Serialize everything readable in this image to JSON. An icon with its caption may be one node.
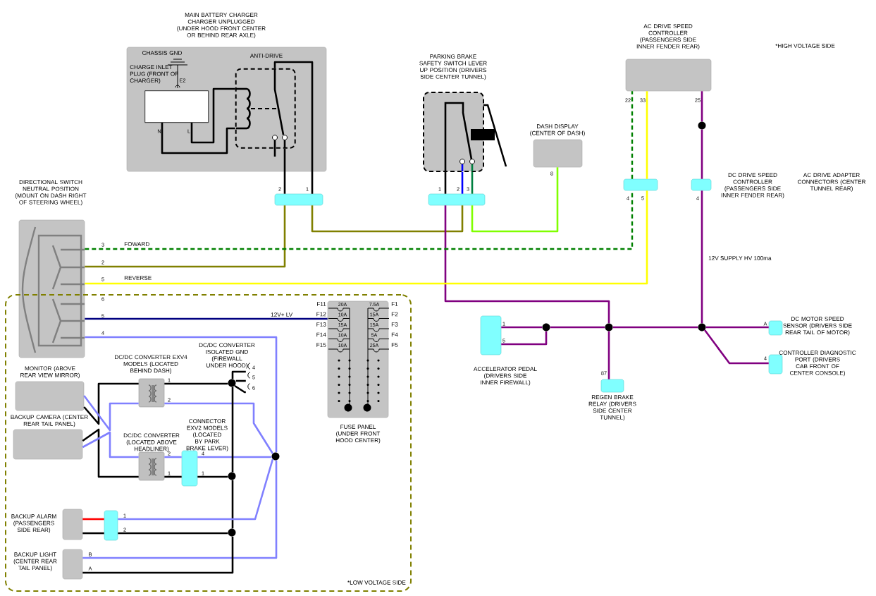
{
  "diagram": {
    "nodes": [
      {
        "text": [
          "MAIN BATTERY CHARGER CHARGER UNPLUGGED (UNDER HOOD FRONT CENTER OR BEHIND REAR AXLE)"
        ]
      },
      {
        "text": [
          "CHARGE INLET PLUG (FRONT OF CHARGER)"
        ],
        "in": 0,
        "beside": [
          "E2",
          "N",
          "L"
        ]
      },
      {
        "text": [
          "ANTI-DRIVE"
        ],
        "in": 0
      },
      {
        "text": [
          "PARKING BRAKE SAFETY SWITCH LEVER UP POSITION (DRIVERS SIDE CENTER TUNNEL)"
        ]
      },
      {
        "text": [
          "DASH DISPLAY (CENTER OF DASH)"
        ],
        "beside": [
          "8"
        ]
      },
      {
        "text": [
          "AC DRIVE SPEED CONTROLLER (PASSENGERS SIDE INNER FENDER REAR)"
        ],
        "beside": [
          "22",
          "33",
          "25"
        ]
      },
      {
        "text": [],
        "shape": "box",
        "beside": [
          "2",
          "1"
        ]
      },
      {
        "text": [],
        "shape": "box",
        "beside": [
          "1",
          "2",
          "3"
        ]
      },
      {
        "text": [],
        "shape": "box",
        "beside": [
          "4",
          "5"
        ]
      },
      {
        "text": [],
        "shape": "circle"
      },
      {
        "text": [],
        "shape": "box",
        "beside": [
          "4"
        ]
      },
      {
        "text": [
          "DIRECTIONAL SWITCH NEUTRAL POSITION (MOUNT ON DASH RIGHT OF STEERING WHEEL)"
        ],
        "beside": [
          "3",
          "2",
          "5",
          "6",
          "5",
          "4"
        ]
      },
      {
        "text": [
          "*LOW VOLTAGE SIDE"
        ]
      },
      {
        "text": [
          "20A",
          "7.5A",
          "10A",
          "15A",
          "15A",
          "15A",
          "10A",
          "5A",
          "10A",
          "25A",
          "FUSE PANEL (UNDER FRONT HOOD CENTER)"
        ],
        "in": 12,
        "beside": [
          "F11",
          "F1",
          "F12",
          "F2",
          "F13",
          "F3",
          "F14",
          "F4",
          "F15",
          "F5"
        ]
      },
      {
        "text": [
          "MONITOR (ABOVE REAR VIEW MIRROR)"
        ],
        "in": 12
      },
      {
        "text": [
          "DC/DC CONVERTER EXV4 MODELS (LOCATED BEHIND DASH)"
        ],
        "in": 12,
        "beside": [
          "1",
          "2"
        ]
      },
      {
        "text": [],
        "shape": "connector",
        "in": 12,
        "beside": [
          "4",
          "5",
          "6"
        ]
      },
      {
        "text": [],
        "shape": "circle",
        "in": 12
      },
      {
        "text": [
          "BACKUP CAMERA (CENTER REAR TAIL PANEL)"
        ],
        "in": 12
      },
      {
        "text": [
          "DC/DC CONVERTER (LOCATED ABOVE HEADLINER)"
        ],
        "in": 12,
        "beside": [
          "2",
          "1"
        ]
      },
      {
        "text": [
          "CONNECTOR EXV2 MODELS (LOCATED BY PARK BRAKE LEVER)"
        ],
        "in": 12,
        "beside": [
          "4",
          "1"
        ]
      },
      {
        "text": [],
        "shape": "circle",
        "in": 12
      },
      {
        "text": [],
        "shape": "circle",
        "in": 12
      },
      {
        "text": [
          "BACKUP ALARM (PASSENGERS SIDE REAR)"
        ],
        "in": 12
      },
      {
        "text": [],
        "shape": "box",
        "in": 12,
        "beside": [
          "1",
          "2"
        ]
      },
      {
        "text": [],
        "shape": "circle",
        "in": 12
      },
      {
        "text": [
          "BACKUP LIGHT (CENTER REAR TAIL PANEL)"
        ],
        "in": 12,
        "beside": [
          "B",
          "A"
        ]
      },
      {
        "text": [
          "ACCELERATOR PEDAL (DRIVERS SIDE INNER FIREWALL)"
        ],
        "beside": [
          "1",
          "5"
        ]
      },
      {
        "text": [],
        "shape": "circle"
      },
      {
        "text": [],
        "shape": "circle"
      },
      {
        "text": [],
        "shape": "circle"
      },
      {
        "text": [
          "REGEN BRAKE RELAY (DRIVERS SIDE CENTER TUNNEL)"
        ],
        "beside": [
          "87"
        ]
      },
      {
        "text": [
          "DC MOTOR SPEED SENSOR (DRIVERS SIDE REAR TAIL OF MOTOR)"
        ],
        "beside": [
          "A"
        ]
      },
      {
        "text": [
          "CONTROLLER DIAGNOSTIC PORT (DRIVERS CAB FRONT OF CENTER CONSOLE)"
        ],
        "beside": [
          "4"
        ]
      }
    ],
    "edges": [
      {
        "from": 2,
        "to": 6,
        "arrow": "none"
      },
      {
        "from": 2,
        "to": 6,
        "arrow": "none"
      },
      {
        "from": 3,
        "to": 7,
        "arrow": "none"
      },
      {
        "from": 3,
        "to": 7,
        "arrow": "none",
        "color": "#0000ff"
      },
      {
        "from": 3,
        "to": 7,
        "arrow": "none",
        "color": "#008040"
      },
      {
        "from": 6,
        "to": 11,
        "arrow": "none",
        "color": "#808000"
      },
      {
        "from": 6,
        "to": 7,
        "arrow": "none",
        "color": "#808000"
      },
      {
        "from": 7,
        "to": 4,
        "arrow": "none",
        "color": "#80ff00"
      },
      {
        "from": 7,
        "to": 29,
        "arrow": "none",
        "color": "#800080"
      },
      {
        "from": 11,
        "to": 8,
        "arrow": "none",
        "style": "dashed",
        "color": "#008000",
        "label": "FOWARD"
      },
      {
        "from": 8,
        "to": 5,
        "arrow": "none",
        "style": "dashed",
        "color": "#008000"
      },
      {
        "from": 11,
        "to": 8,
        "arrow": "none",
        "color": "#ffff00",
        "label": "REVERSE"
      },
      {
        "from": 8,
        "to": 5,
        "arrow": "none",
        "color": "#ffff00"
      },
      {
        "from": 5,
        "to": 9,
        "arrow": "none",
        "color": "#800080"
      },
      {
        "from": 9,
        "to": 10,
        "arrow": "none",
        "color": "#800080"
      },
      {
        "from": 10,
        "to": 30,
        "arrow": "none",
        "color": "#800080",
        "label": "12V SUPPLY HV 100ma"
      },
      {
        "from": 11,
        "to": 13,
        "arrow": "none",
        "color": "#000080",
        "label": "12V+ LV"
      },
      {
        "from": 11,
        "to": 21,
        "arrow": "none",
        "color": "#8080ff"
      },
      {
        "from": 21,
        "to": 26,
        "arrow": "none",
        "color": "#8080ff"
      },
      {
        "from": 14,
        "to": 15,
        "arrow": "none"
      },
      {
        "from": 14,
        "to": 15,
        "arrow": "none",
        "color": "#8080ff"
      },
      {
        "from": 18,
        "to": 19,
        "arrow": "none"
      },
      {
        "from": 18,
        "to": 19,
        "arrow": "none",
        "color": "#8080ff"
      },
      {
        "from": 15,
        "to": 17,
        "arrow": "none"
      },
      {
        "from": 17,
        "to": 16,
        "arrow": "none"
      },
      {
        "from": 17,
        "to": 16,
        "arrow": "none"
      },
      {
        "from": 17,
        "to": 16,
        "arrow": "none"
      },
      {
        "from": 15,
        "to": 21,
        "arrow": "none",
        "color": "#8080ff"
      },
      {
        "from": 19,
        "to": 20,
        "arrow": "none",
        "color": "#8080ff"
      },
      {
        "from": 20,
        "to": 21,
        "arrow": "none",
        "color": "#8080ff"
      },
      {
        "from": 19,
        "to": 20,
        "arrow": "none"
      },
      {
        "from": 20,
        "to": 22,
        "arrow": "none"
      },
      {
        "from": 17,
        "to": 22,
        "arrow": "none"
      },
      {
        "from": 22,
        "to": 25,
        "arrow": "none"
      },
      {
        "from": 23,
        "to": 24,
        "arrow": "none",
        "color": "#ff0000"
      },
      {
        "from": 23,
        "to": 24,
        "arrow": "none"
      },
      {
        "from": 24,
        "to": 21,
        "arrow": "none",
        "color": "#8080ff"
      },
      {
        "from": 24,
        "to": 25,
        "arrow": "none"
      },
      {
        "from": 25,
        "to": 26,
        "arrow": "none"
      },
      {
        "from": 27,
        "to": 28,
        "arrow": "none",
        "color": "#800080"
      },
      {
        "from": 27,
        "to": 28,
        "arrow": "none",
        "color": "#800080"
      },
      {
        "from": 28,
        "to": 29,
        "arrow": "none",
        "color": "#800080"
      },
      {
        "from": 29,
        "to": 31,
        "arrow": "none",
        "color": "#800080"
      },
      {
        "from": 29,
        "to": 30,
        "arrow": "none",
        "color": "#800080"
      },
      {
        "from": 30,
        "to": 32,
        "arrow": "none",
        "color": "#800080"
      },
      {
        "from": 30,
        "to": 33,
        "arrow": "none",
        "color": "#800080"
      },
      {
        "from": 1,
        "to": 2,
        "arrow": "none"
      },
      {
        "from": 1,
        "to": 2,
        "arrow": "none"
      }
    ],
    "labels": [
      "*HIGH VOLTAGE SIDE",
      "CHASSIS GND",
      "DC DRIVE SPEED CONTROLLER (PASSENGERS SIDE INNER FENDER REAR)",
      "AC DRIVE ADAPTER CONNECTORS (CENTER TUNNEL REAR)",
      "DC/DC CONVERTER ISOLATED GND (FIREWALL UNDER HOOD)"
    ]
  }
}
